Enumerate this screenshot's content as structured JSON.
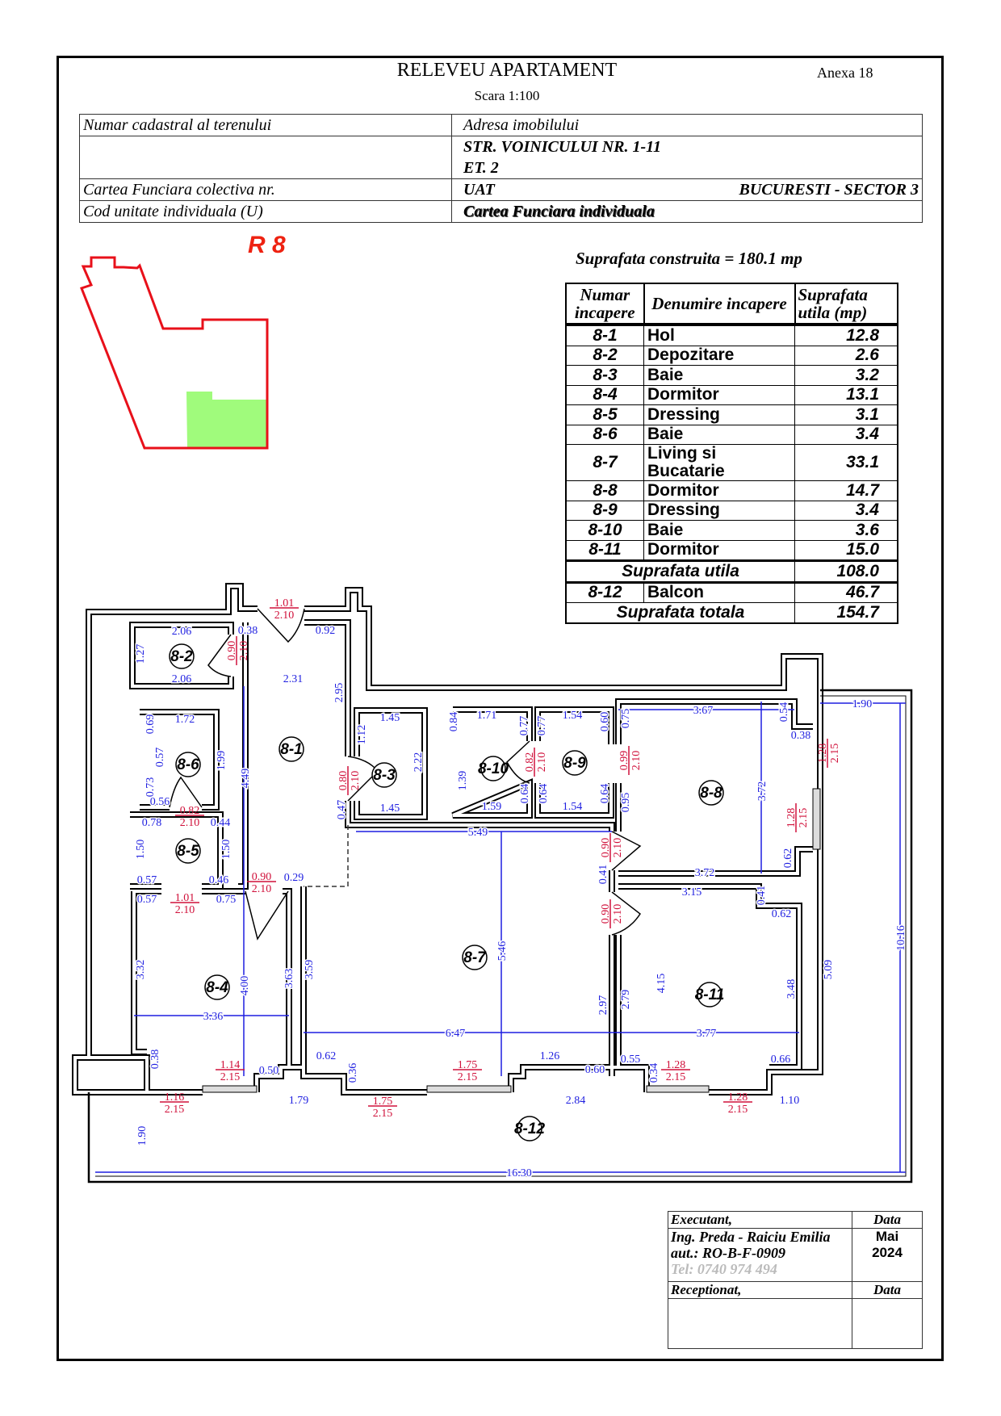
{
  "header": {
    "title": "RELEVEU APARTAMENT",
    "annex": "Anexa 18",
    "scale": "Scara 1:100"
  },
  "info": {
    "cadastral_label": "Numar cadastral al terenului",
    "address_label": "Adresa imobilului",
    "street": "STR. VOINICULUI NR. 1-11",
    "floor": "ET. 2",
    "cf_collective_label": "Cartea Funciara colectiva nr.",
    "uat_label": "UAT",
    "uat_value": "BUCURESTI - SECTOR 3",
    "cod_label": "Cod unitate individuala (U)",
    "cf_individual_label": "Cartea Funciara individuala"
  },
  "thumbnail": {
    "label": "R 8"
  },
  "summary": {
    "built_area": "Suprafata construita = 180.1 mp"
  },
  "rooms_table": {
    "headers": [
      "Numar incapere",
      "Denumire incapere",
      "Suprafata utila (mp)"
    ],
    "rows": [
      {
        "num": "8-1",
        "name": "Hol",
        "area": "12.8"
      },
      {
        "num": "8-2",
        "name": "Depozitare",
        "area": "2.6"
      },
      {
        "num": "8-3",
        "name": "Baie",
        "area": "3.2"
      },
      {
        "num": "8-4",
        "name": "Dormitor",
        "area": "13.1"
      },
      {
        "num": "8-5",
        "name": "Dressing",
        "area": "3.1"
      },
      {
        "num": "8-6",
        "name": "Baie",
        "area": "3.4"
      },
      {
        "num": "8-7",
        "name": "Living si Bucatarie",
        "area": "33.1"
      },
      {
        "num": "8-8",
        "name": "Dormitor",
        "area": "14.7"
      },
      {
        "num": "8-9",
        "name": "Dressing",
        "area": "3.4"
      },
      {
        "num": "8-10",
        "name": "Baie",
        "area": "3.6"
      },
      {
        "num": "8-11",
        "name": "Dormitor",
        "area": "15.0"
      }
    ],
    "util_label": "Suprafata utila",
    "util_value": "108.0",
    "balcony": {
      "num": "8-12",
      "name": "Balcon",
      "area": "46.7"
    },
    "total_label": "Suprafata totala",
    "total_value": "154.7"
  },
  "plan": {
    "rooms": [
      "8-1",
      "8-2",
      "8-3",
      "8-4",
      "8-5",
      "8-6",
      "8-7",
      "8-8",
      "8-9",
      "8-10",
      "8-11",
      "8-12"
    ],
    "dims": [
      "2.06",
      "0.38",
      "0.92",
      "1.27",
      "2.06",
      "2.31",
      "2.95",
      "1.72",
      "0.69",
      "0.57",
      "1.99",
      "0.73",
      "0.56",
      "4.49",
      "1.45",
      "1.12",
      "2.22",
      "1.45",
      "0.47",
      "0.78",
      "0.44",
      "1.50",
      "1.50",
      "0.57",
      "0.46",
      "0.29",
      "0.57",
      "0.75",
      "1.71",
      "0.84",
      "0.77",
      "0.77",
      "1.54",
      "0.60",
      "0.75",
      "3.67",
      "0.54",
      "0.38",
      "1.90",
      "1.39",
      "1.59",
      "0.64",
      "0.64",
      "1.54",
      "0.64",
      "0.95",
      "3.72",
      "5.49",
      "0.62",
      "3.72",
      "0.41",
      "3.15",
      "0.41",
      "0.62",
      "5.46",
      "3.32",
      "4.00",
      "3.63",
      "3.59",
      "2.97",
      "2.79",
      "4.15",
      "3.48",
      "5.09",
      "10.16",
      "3.36",
      "6.47",
      "3.77",
      "0.38",
      "0.62",
      "1.26",
      "0.55",
      "0.66",
      "0.50",
      "0.36",
      "0.60",
      "0.34",
      "1.79",
      "2.84",
      "1.10",
      "1.90",
      "16.30"
    ],
    "openings": [
      {
        "w": "1.01",
        "h": "2.10"
      },
      {
        "w": "0.90",
        "h": "2.10"
      },
      {
        "w": "0.80",
        "h": "2.10"
      },
      {
        "w": "0.82",
        "h": "2.10"
      },
      {
        "w": "0.90",
        "h": "2.10"
      },
      {
        "w": "1.01",
        "h": "2.10"
      },
      {
        "w": "0.82",
        "h": "2.10"
      },
      {
        "w": "0.99",
        "h": "2.10"
      },
      {
        "w": "1.28",
        "h": "2.15"
      },
      {
        "w": "1.28",
        "h": "2.15"
      },
      {
        "w": "0.90",
        "h": "2.10"
      },
      {
        "w": "0.90",
        "h": "2.10"
      },
      {
        "w": "1.14",
        "h": "2.15"
      },
      {
        "w": "1.16",
        "h": "2.15"
      },
      {
        "w": "1.75",
        "h": "2.15"
      },
      {
        "w": "1.75",
        "h": "2.15"
      },
      {
        "w": "1.28",
        "h": "2.15"
      },
      {
        "w": "1.28",
        "h": "2.15"
      }
    ]
  },
  "footer": {
    "executant_label": "Executant,",
    "date_label": "Data",
    "engineer": "Ing. Preda - Raiciu Emilia",
    "authorization": "aut.: RO-B-F-0909",
    "phone": "Tel: 0740 974 494",
    "month": "Mai",
    "year": "2024",
    "received_label": "Receptionat,",
    "date_label2": "Data"
  },
  "colors": {
    "thumbnail_outline": "#e8101a",
    "unit_fill": "#a0fb7c",
    "dimension": "#1f1fe0",
    "opening": "#d0103a"
  }
}
